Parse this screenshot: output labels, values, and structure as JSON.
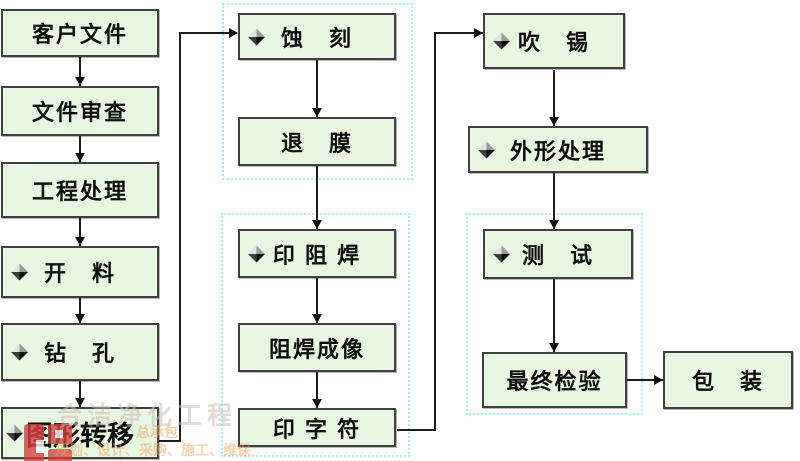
{
  "diagram": {
    "description_type": "flowchart",
    "nodes": [
      {
        "id": "customer-files",
        "label": "客户文件",
        "has_icon": false
      },
      {
        "id": "file-review",
        "label": "文件审查",
        "has_icon": false
      },
      {
        "id": "engineering-processing",
        "label": "工程处理",
        "has_icon": false
      },
      {
        "id": "material-cutting",
        "label": "开　料",
        "has_icon": true
      },
      {
        "id": "drilling",
        "label": "钻　孔",
        "has_icon": true
      },
      {
        "id": "pattern-transfer",
        "label": "图形转移",
        "has_icon": true
      },
      {
        "id": "etching",
        "label": "蚀　刻",
        "has_icon": true
      },
      {
        "id": "film-stripping",
        "label": "退　膜",
        "has_icon": false
      },
      {
        "id": "solder-mask-printing",
        "label": "印 阻 焊",
        "has_icon": true
      },
      {
        "id": "solder-mask-imaging",
        "label": "阻焊成像",
        "has_icon": false
      },
      {
        "id": "legend-printing",
        "label": "印 字 符",
        "has_icon": false
      },
      {
        "id": "tin-blowing",
        "label": "吹　锡",
        "has_icon": true
      },
      {
        "id": "profile-processing",
        "label": "外形处理",
        "has_icon": true
      },
      {
        "id": "testing",
        "label": "测　试",
        "has_icon": true
      },
      {
        "id": "final-inspection",
        "label": "最终检验",
        "has_icon": false
      },
      {
        "id": "packaging",
        "label": "包　装",
        "has_icon": false
      }
    ]
  },
  "watermark": {
    "line1": "合洁净化工程",
    "line2": "总承包",
    "line3": "规划、设计、采购、施工、维保"
  },
  "icons": {
    "diamond_bullet": "◆"
  },
  "colors": {
    "box_fill": "#e8f7e2",
    "box_border": "#404040",
    "group_border": "#9feef8",
    "arrow": "#111111",
    "watermark_red": "#d6423c"
  }
}
